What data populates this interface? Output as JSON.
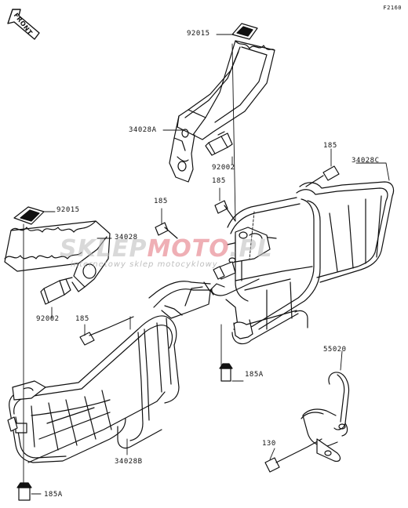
{
  "diagram_code": "F2160",
  "front_label": "FRONT",
  "watermark": {
    "brand_a": "SKLEP",
    "brand_b": "MOTO",
    "brand_c": ".PL",
    "tagline": "internetowy sklep motocyklowy"
  },
  "labels": {
    "p92015_top": "92015",
    "p34028A": "34028A",
    "p92002_top": "92002",
    "p185_a": "185",
    "p185_b": "185",
    "p34028C": "34028C",
    "p185_c": "185",
    "p92015_left": "92015",
    "p34028": "34028",
    "p92002_left": "92002",
    "p185_d": "185",
    "p185A_mid": "185A",
    "p55020": "55020",
    "p130": "130",
    "p34028B": "34028B",
    "p185A_bottom": "185A"
  }
}
